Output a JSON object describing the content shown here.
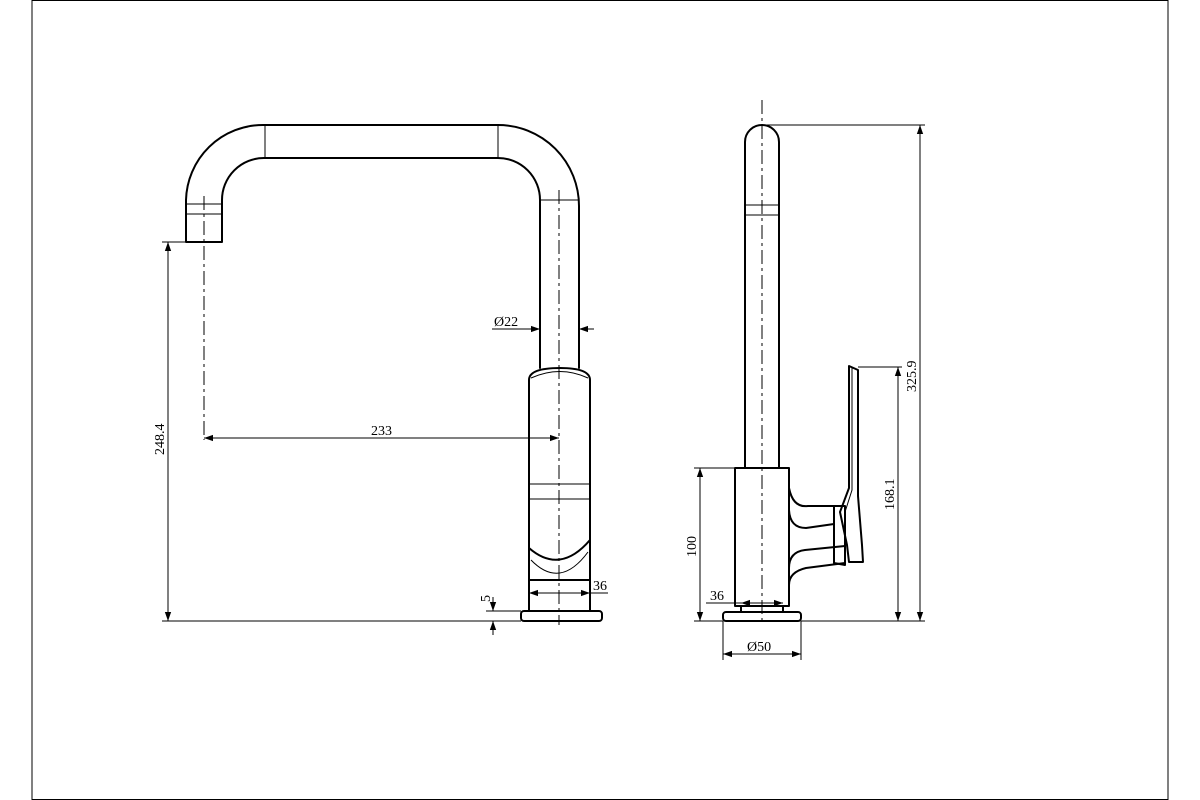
{
  "front_view": {
    "dim_pipe_diameter": "Ø22",
    "dim_reach": "233",
    "dim_spout_height": "248.4",
    "dim_base_diameter": "36",
    "dim_plate_thickness": "5"
  },
  "side_view": {
    "dim_total_height": "325.9",
    "dim_handle_height": "168.1",
    "dim_body_height": "100",
    "dim_body_width": "36",
    "dim_plate_diameter": "Ø50"
  },
  "colors": {
    "line": "#000000",
    "background": "#ffffff"
  }
}
